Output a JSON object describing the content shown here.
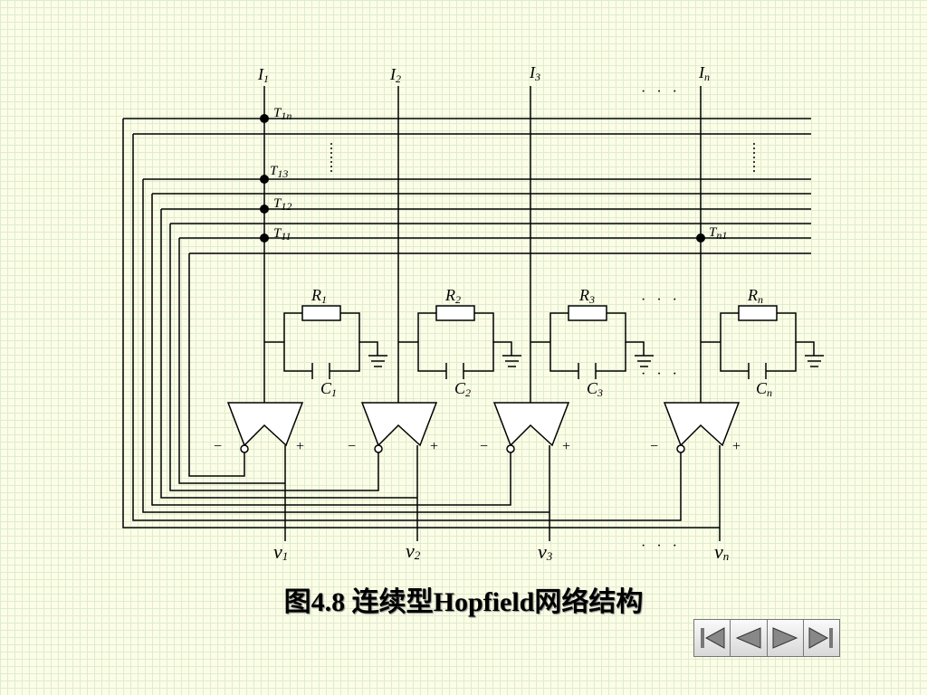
{
  "inputs": [
    {
      "base": "I",
      "sub": "1"
    },
    {
      "base": "I",
      "sub": "2"
    },
    {
      "base": "I",
      "sub": "3"
    },
    {
      "base": "I",
      "sub": "n"
    }
  ],
  "weights": [
    {
      "base": "T",
      "sub": "1n"
    },
    {
      "base": "T",
      "sub": "13"
    },
    {
      "base": "T",
      "sub": "12"
    },
    {
      "base": "T",
      "sub": "11"
    },
    {
      "base": "T",
      "sub": "n1"
    }
  ],
  "resistors": [
    {
      "base": "R",
      "sub": "1"
    },
    {
      "base": "R",
      "sub": "2"
    },
    {
      "base": "R",
      "sub": "3"
    },
    {
      "base": "R",
      "sub": "n"
    }
  ],
  "capacitors": [
    {
      "base": "C",
      "sub": "1"
    },
    {
      "base": "C",
      "sub": "2"
    },
    {
      "base": "C",
      "sub": "3"
    },
    {
      "base": "C",
      "sub": "n"
    }
  ],
  "outputs": [
    {
      "base": "v",
      "sub": "1"
    },
    {
      "base": "v",
      "sub": "2"
    },
    {
      "base": "v",
      "sub": "3"
    },
    {
      "base": "v",
      "sub": "n"
    }
  ],
  "signs": {
    "minus": "−",
    "plus": "+"
  },
  "ellipsis": "· · ·",
  "caption": "图4.8  连续型Hopfield网络结构",
  "nav": {
    "first": "first-icon",
    "prev": "prev-icon",
    "next": "next-icon",
    "last": "last-icon"
  }
}
